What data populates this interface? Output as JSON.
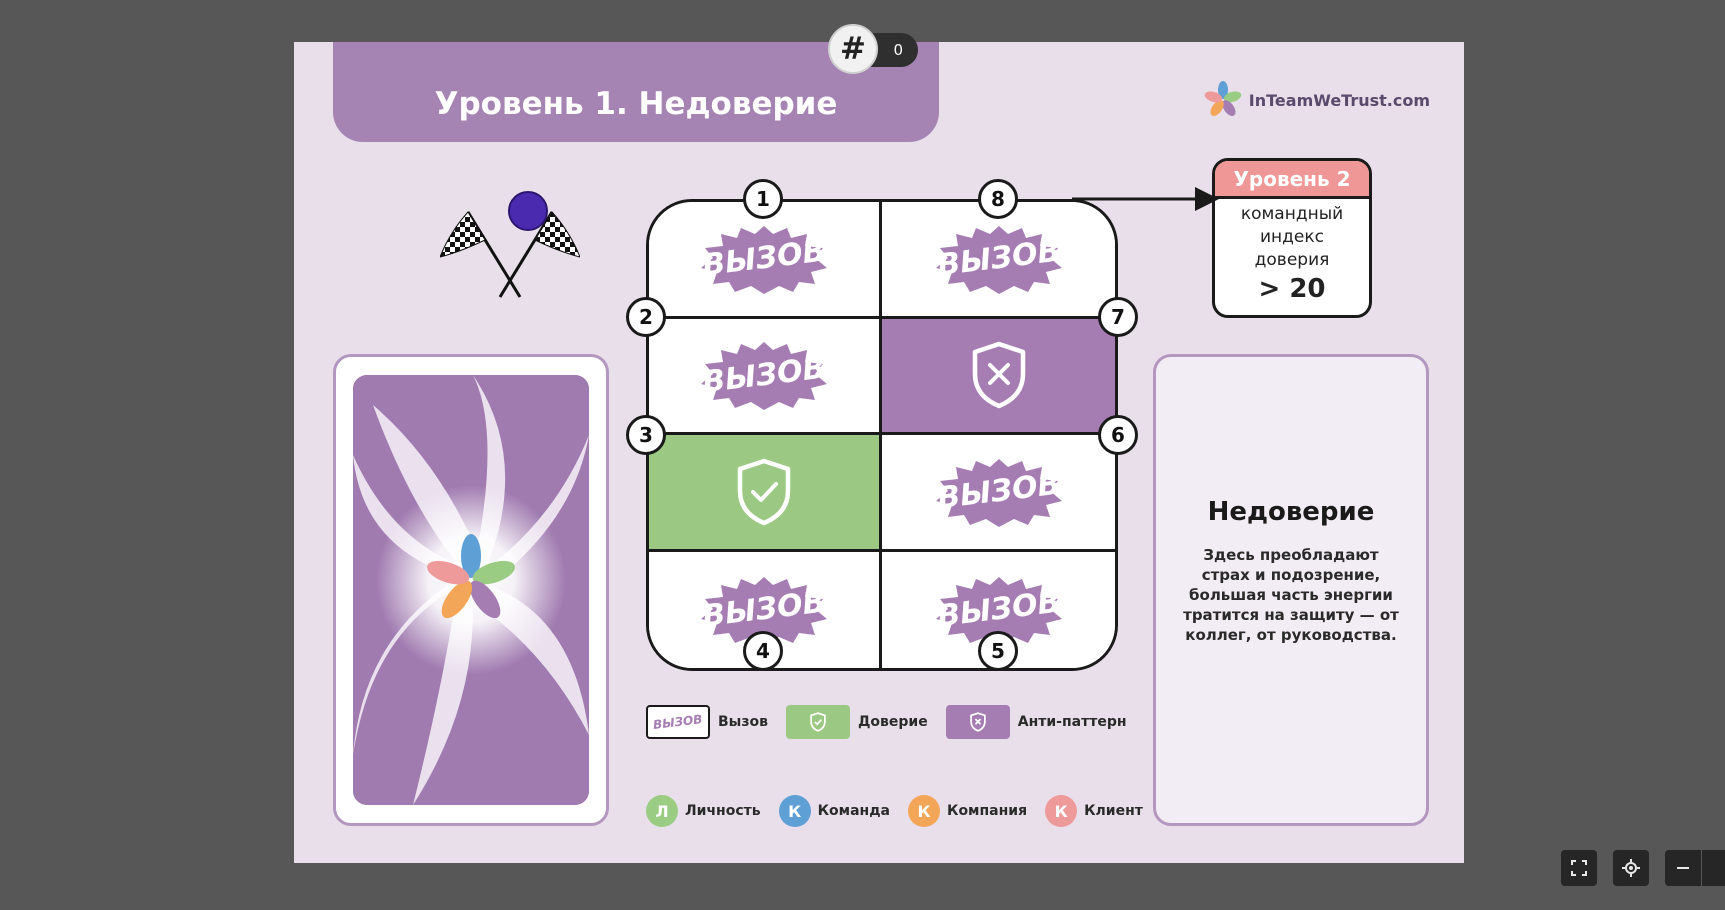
{
  "board": {
    "title": "Уровень 1. Недоверие",
    "brand": "InTeamWeTrust.com"
  },
  "counter": {
    "icon": "hashtag-icon",
    "symbol": "#",
    "value": "0"
  },
  "grid": {
    "cells": [
      {
        "type": "vyzov",
        "label": "ВЫЗОВ"
      },
      {
        "type": "vyzov",
        "label": "ВЫЗОВ"
      },
      {
        "type": "vyzov",
        "label": "ВЫЗОВ"
      },
      {
        "type": "anti",
        "icon": "shield-x-icon"
      },
      {
        "type": "trust",
        "icon": "shield-check-icon"
      },
      {
        "type": "vyzov",
        "label": "ВЫЗОВ"
      },
      {
        "type": "vyzov",
        "label": "ВЫЗОВ"
      },
      {
        "type": "vyzov",
        "label": "ВЫЗОВ"
      }
    ],
    "numbers": [
      "1",
      "2",
      "3",
      "4",
      "5",
      "6",
      "7",
      "8"
    ]
  },
  "level2": {
    "header": "Уровень 2",
    "line1": "командный",
    "line2": "индекс",
    "line3": "доверия",
    "value": "> 20"
  },
  "info": {
    "title": "Недоверие",
    "text": "Здесь преобладают страх и подозрение, большая часть энергии тратится на защиту — от коллег, от руководства."
  },
  "legend": [
    {
      "label": "Вызов",
      "mini": "ВЫЗОВ"
    },
    {
      "label": "Доверие"
    },
    {
      "label": "Анти-паттерн"
    }
  ],
  "categories": [
    {
      "letter": "Л",
      "label": "Личность",
      "color": "#9bcc84"
    },
    {
      "letter": "К",
      "label": "Команда",
      "color": "#5e9fd6"
    },
    {
      "letter": "К",
      "label": "Компания",
      "color": "#f4a658"
    },
    {
      "letter": "К",
      "label": "Клиент",
      "color": "#ef9a9a"
    }
  ],
  "colors": {
    "accent": "#a583b2",
    "trust": "#9bc882",
    "anti": "#a57db3",
    "level2": "#ef9696"
  },
  "controls": [
    "fullscreen-icon",
    "locate-icon",
    "zoom-out-icon"
  ]
}
